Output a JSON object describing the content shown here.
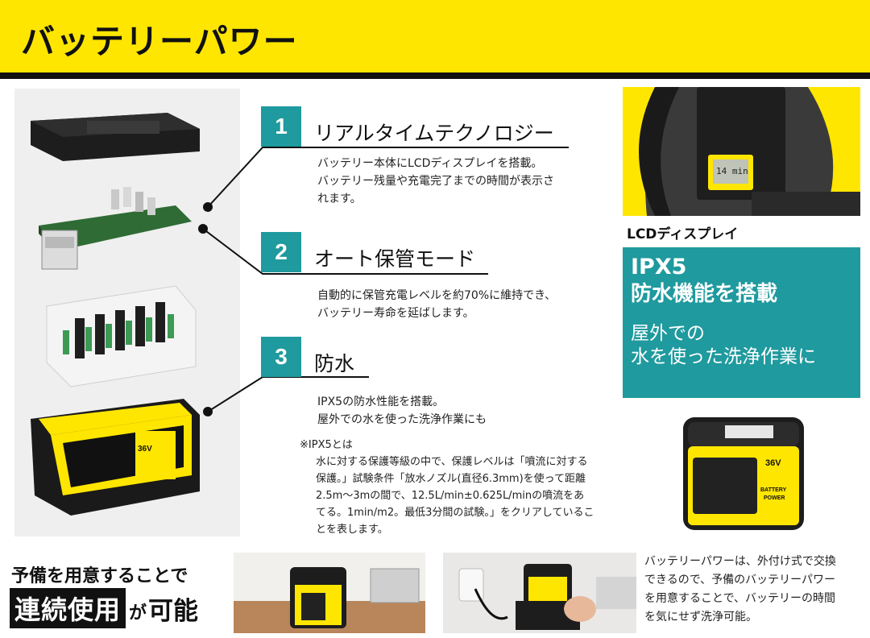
{
  "header": {
    "title": "バッテリーパワー"
  },
  "features": [
    {
      "number": "1",
      "title": "リアルタイムテクノロジー",
      "desc": [
        "バッテリー本体にLCDディスプレイを搭載。",
        "バッテリー残量や充電完了までの時間が表示さ",
        "れます。"
      ]
    },
    {
      "number": "2",
      "title": "オート保管モード",
      "desc": [
        "自動的に保管充電レベルを約70%に維持でき、",
        "バッテリー寿命を延ばします。"
      ]
    },
    {
      "number": "3",
      "title": "防水",
      "desc": [
        "IPX5の防水性能を搭載。",
        "屋外での水を使った洗浄作業にも"
      ],
      "note_title": "※IPX5とは",
      "note": [
        "水に対する保護等級の中で、保護レベルは「噴流に対する",
        "保護。」試験条件「放水ノズル(直径6.3mm)を使って距離",
        "2.5m～3mの間で、12.5L/min±0.625L/minの噴流をあ",
        "てる。1min/m2。最低3分間の試験。」をクリアしているこ",
        "とを表します。"
      ]
    }
  ],
  "lcd": {
    "caption": "LCDディスプレイ",
    "screen_text": "14 min"
  },
  "ipx_box": {
    "title": "IPX5",
    "subtitle": "防水機能を搭載",
    "tagline": [
      "屋外での",
      "水を使った洗浄作業に"
    ]
  },
  "battery_label": {
    "voltage": "36V",
    "brand_line1": "BATTERY",
    "brand_line2": "POWER"
  },
  "spare": {
    "line1": "予備を用意することで",
    "boxed": "連続使用",
    "particle": "が",
    "emphasis": "可能"
  },
  "bottom_text": [
    "バッテリーパワーは、外付け式で交換",
    "できるので、予備のバッテリーパワー",
    "を用意することで、バッテリーの時間",
    "を気にせず洗浄可能。"
  ],
  "colors": {
    "header_yellow": "#ffe600",
    "teal": "#1f9a9e",
    "black": "#111111"
  }
}
